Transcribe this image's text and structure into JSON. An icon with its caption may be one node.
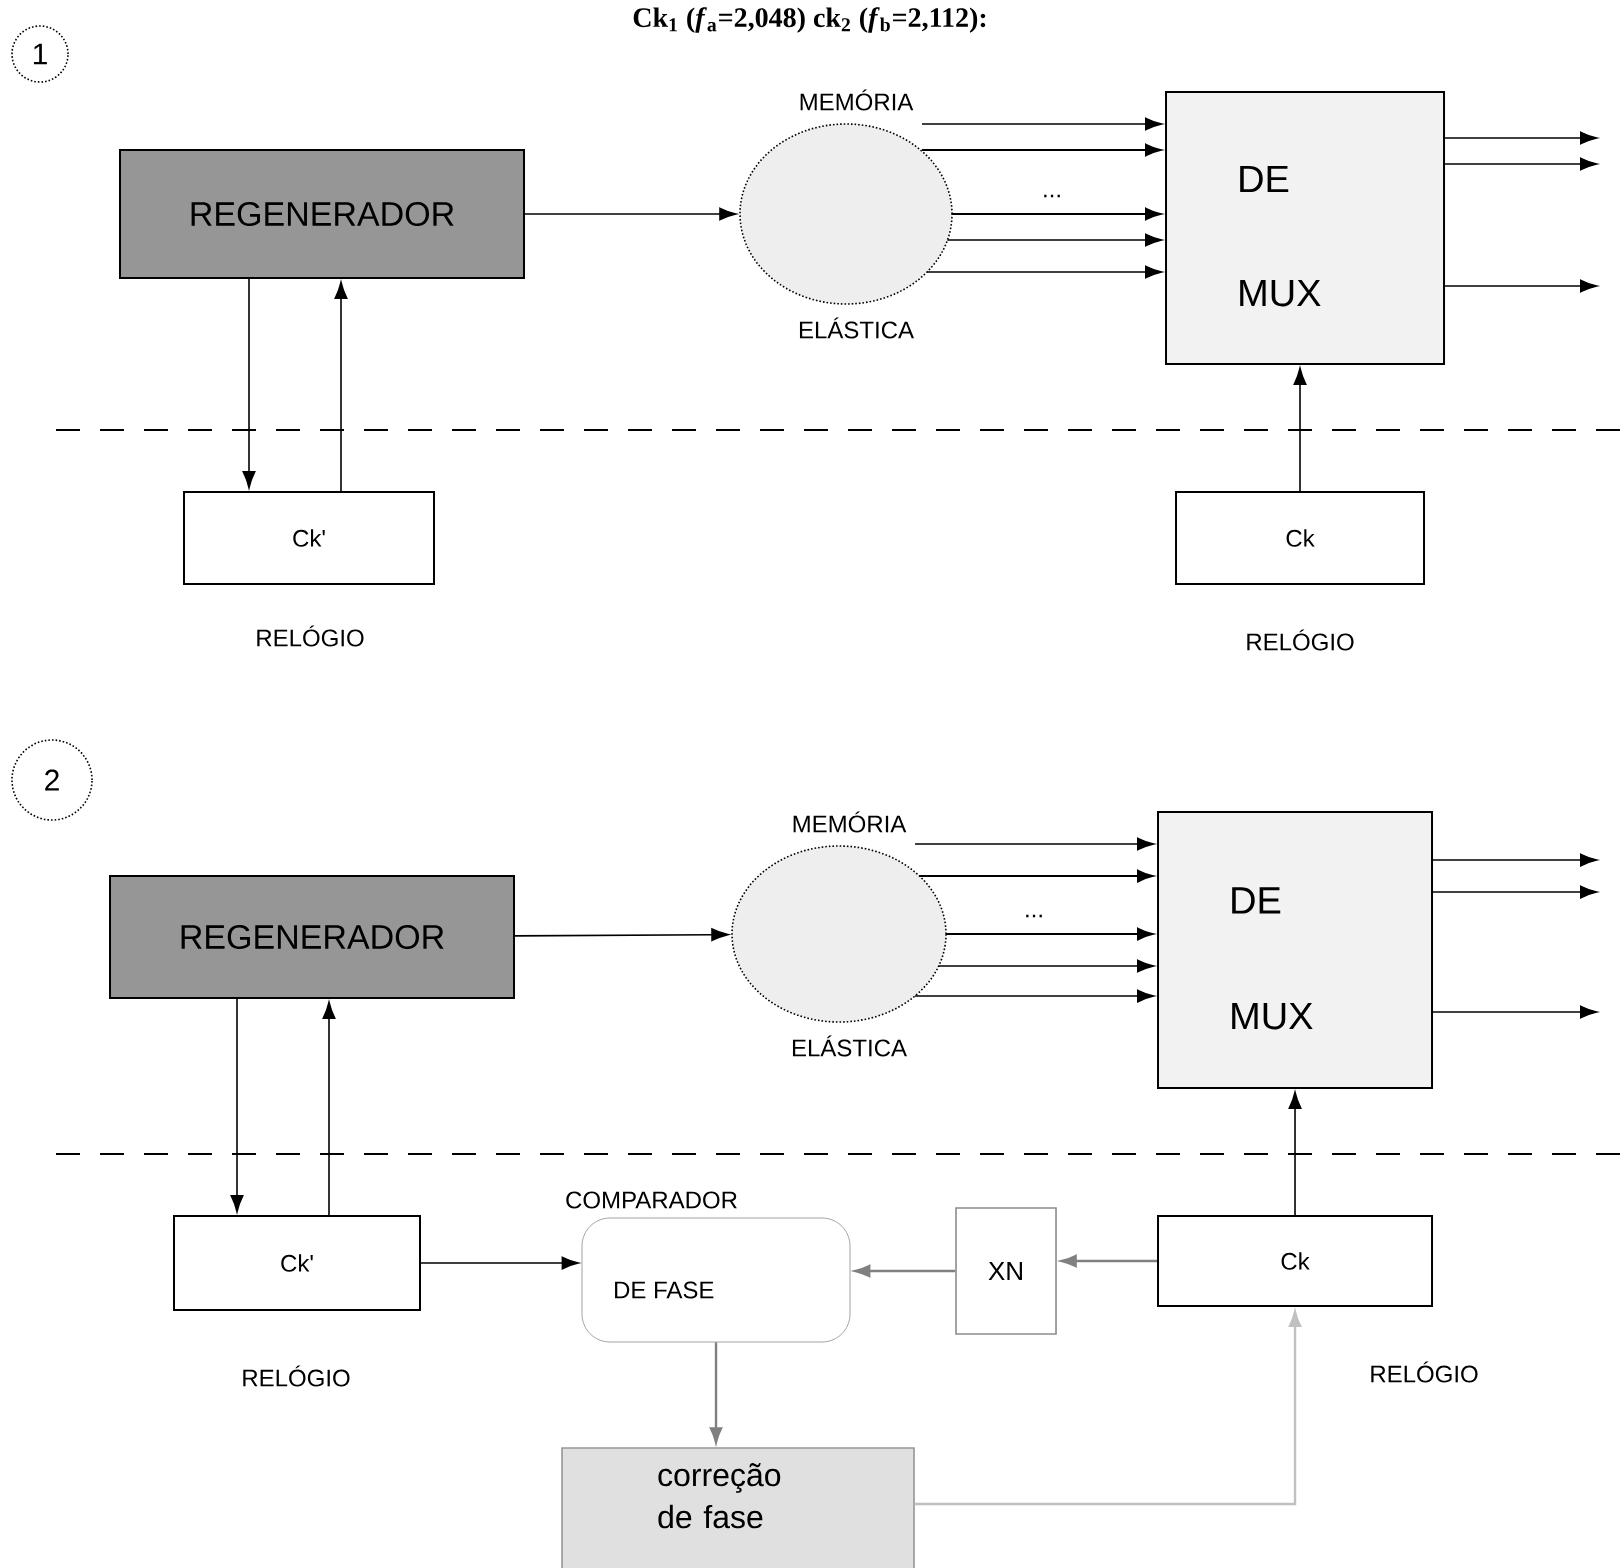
{
  "diagram": {
    "title": "Ck$_{1}$ (*f*$_{a}$=2,048) ck$_{2}$ (*f*$_{b}$=2,112):",
    "nodes": [
      {
        "text": [
          "1"
        ]
      },
      {
        "text": [
          "REGENERADOR"
        ]
      },
      {
        "text": [
          "MEMÓRIA",
          "ELÁSTICA"
        ]
      },
      {
        "text": [
          "DE",
          "MUX"
        ]
      },
      {
        "text": [
          "Ck'"
        ],
        "beside": [
          "RELÓGIO"
        ]
      },
      {
        "text": [
          "Ck"
        ],
        "beside": [
          "RELÓGIO"
        ]
      },
      {
        "text": [
          "2"
        ]
      },
      {
        "text": [
          "REGENERADOR"
        ]
      },
      {
        "text": [
          "MEMÓRIA",
          "ELÁSTICA"
        ]
      },
      {
        "text": [
          "DE",
          "MUX"
        ]
      },
      {
        "text": [
          "Ck'"
        ],
        "beside": [
          "RELÓGIO"
        ]
      },
      {
        "text": [
          "COMPARADOR",
          "DE FASE"
        ]
      },
      {
        "text": [
          "XN"
        ]
      },
      {
        "text": [
          "Ck"
        ],
        "beside": [
          "RELÓGIO"
        ]
      },
      {
        "text": [
          "correção de fase"
        ]
      }
    ],
    "edges": [
      {
        "from": 1,
        "to": 2,
        "arrow": "to"
      },
      {
        "from": 2,
        "to": 3,
        "arrow": "to"
      },
      {
        "from": 2,
        "to": 3,
        "arrow": "to"
      },
      {
        "from": 2,
        "to": 3,
        "arrow": "to"
      },
      {
        "from": 2,
        "to": 3,
        "arrow": "to"
      },
      {
        "from": 2,
        "to": 3,
        "arrow": "to"
      },
      {
        "from": 3,
        "to": null,
        "arrow": "to"
      },
      {
        "from": 3,
        "to": null,
        "arrow": "to"
      },
      {
        "from": 3,
        "to": null,
        "arrow": "to"
      },
      {
        "from": 1,
        "to": 4,
        "arrow": "to"
      },
      {
        "from": 4,
        "to": 1,
        "arrow": "to"
      },
      {
        "from": 5,
        "to": 3,
        "arrow": "to"
      },
      {
        "from": 7,
        "to": 8,
        "arrow": "to"
      },
      {
        "from": 8,
        "to": 9,
        "arrow": "to"
      },
      {
        "from": 8,
        "to": 9,
        "arrow": "to"
      },
      {
        "from": 8,
        "to": 9,
        "arrow": "to"
      },
      {
        "from": 8,
        "to": 9,
        "arrow": "to"
      },
      {
        "from": 8,
        "to": 9,
        "arrow": "to"
      },
      {
        "from": 9,
        "to": null,
        "arrow": "to"
      },
      {
        "from": 9,
        "to": null,
        "arrow": "to"
      },
      {
        "from": 9,
        "to": null,
        "arrow": "to"
      },
      {
        "from": 7,
        "to": 10,
        "arrow": "to"
      },
      {
        "from": 10,
        "to": 7,
        "arrow": "to"
      },
      {
        "from": 13,
        "to": 9,
        "arrow": "to"
      },
      {
        "from": 10,
        "to": 11,
        "arrow": "to"
      },
      {
        "from": 12,
        "to": 11,
        "arrow": "to",
        "color": "#808080"
      },
      {
        "from": 13,
        "to": 12,
        "arrow": "to",
        "color": "#808080"
      },
      {
        "from": 11,
        "to": 14,
        "arrow": "to",
        "color": "#808080"
      },
      {
        "from": 14,
        "to": 13,
        "arrow": "to",
        "color": "#c0c0c0"
      }
    ],
    "labels": [
      "...",
      "..."
    ]
  }
}
